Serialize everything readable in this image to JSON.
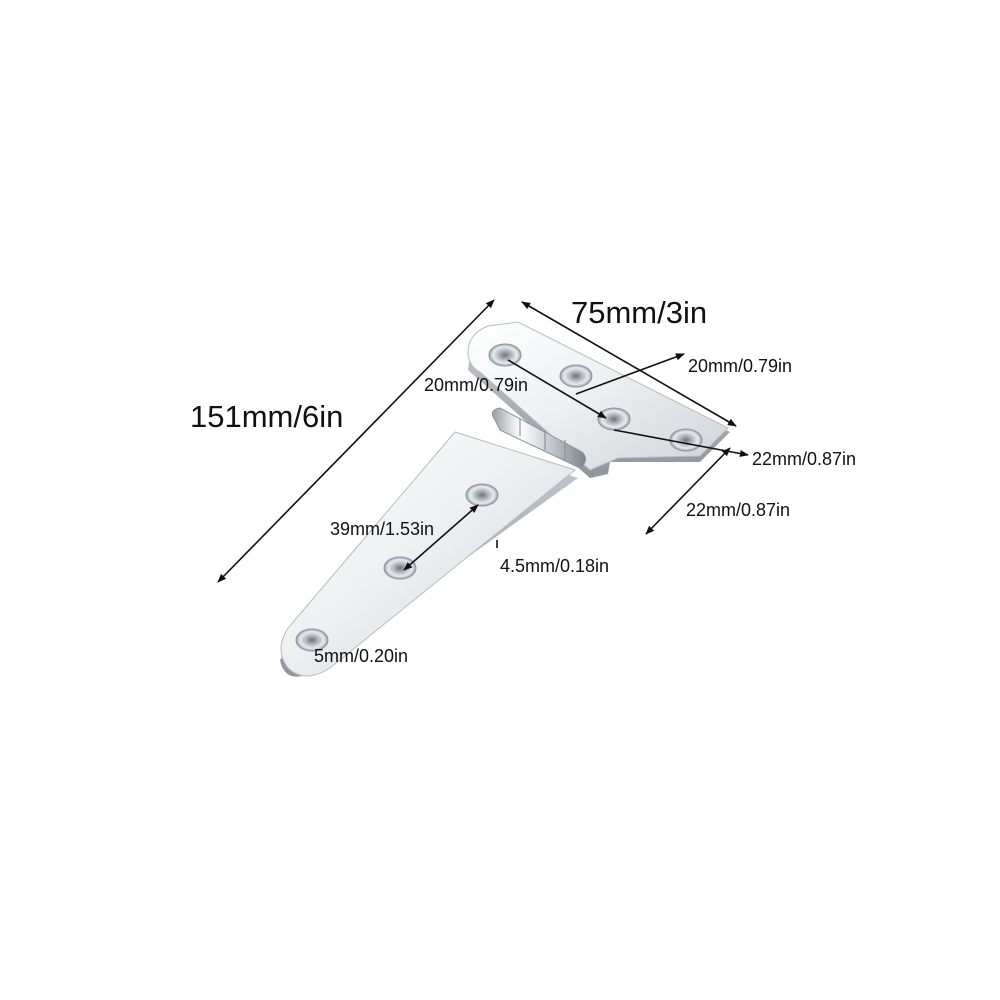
{
  "figure": {
    "subject": "t-hinge-icon",
    "colors": {
      "background": "#ffffff",
      "steel_light": "#f4f5f7",
      "steel_mid": "#d7dade",
      "steel_dark": "#a9aeb5",
      "dimension_ink": "#111111"
    },
    "dimensions": {
      "overall_length": "151mm/6in",
      "leaf_width": "75mm/3in",
      "top_hole_spacing_a": "20mm/0.79in",
      "top_hole_spacing_b": "20mm/0.79in",
      "top_hole_spacing_c": "22mm/0.87in",
      "leaf_height": "22mm/0.87in",
      "strap_hole_spacing": "39mm/1.53in",
      "thickness": "4.5mm/0.18in",
      "hole_diameter": "5mm/0.20in"
    }
  }
}
